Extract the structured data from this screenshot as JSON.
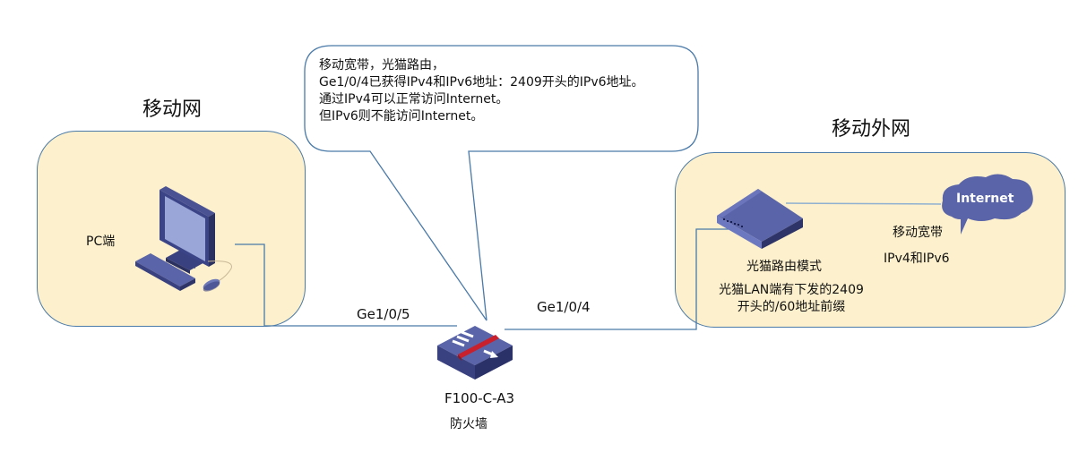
{
  "zones": {
    "left": {
      "title": "移动网"
    },
    "right": {
      "title": "移动外网"
    }
  },
  "callout": {
    "lines": [
      "移动宽带，光猫路由，",
      "Ge1/0/4已获得IPv4和IPv6地址：2409开头的IPv6地址。",
      "通过IPv4可以正常访问Internet。",
      "但IPv6则不能访问Internet。"
    ]
  },
  "nodes": {
    "pc": {
      "label": "PC端",
      "icon": "desktop-computer-icon"
    },
    "firewall": {
      "model": "F100-C-A3",
      "label": "防火墙",
      "icon": "firewall-icon"
    },
    "router": {
      "label": "光猫路由模式",
      "note_lines": [
        "光猫LAN端有下发的2409",
        "开头的/60地址前缀"
      ],
      "icon": "optical-modem-icon"
    },
    "internet": {
      "label": "Internet",
      "isp": "移动宽带",
      "protocols": "IPv4和IPv6",
      "icon": "cloud-icon"
    }
  },
  "links": {
    "left_port": "Ge1/0/5",
    "right_port": "Ge1/0/4"
  },
  "colors": {
    "zone_fill": "#fdf0cc",
    "line": "#4a7aa8",
    "device": "#5a64a8",
    "firewall_bar": "#c8202c"
  }
}
